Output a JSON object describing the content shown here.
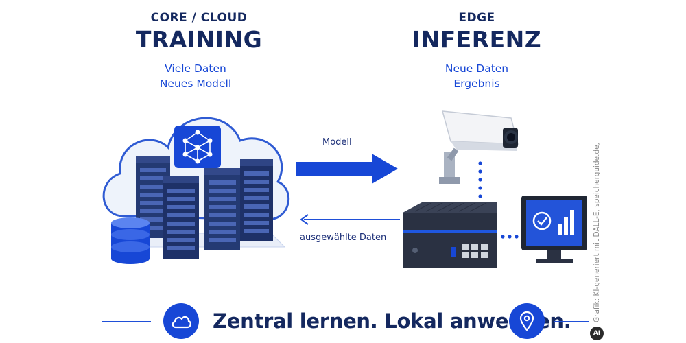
{
  "left": {
    "label": "CORE / CLOUD",
    "title": "TRAINING",
    "line1": "Viele Daten",
    "line2": "Neues Modell"
  },
  "right": {
    "label": "EDGE",
    "title": "INFERENZ",
    "line1": "Neue Daten",
    "line2": "Ergebnis"
  },
  "arrows": {
    "top_label": "Modell",
    "bottom_label": "ausgewählte Daten"
  },
  "footer": {
    "tagline": "Zentral lernen. Lokal anwenden.",
    "credit": "Grafik: KI-generiert mit DALL-E, speicherguide.de,",
    "badge": "AI"
  },
  "colors": {
    "navy": "#14285f",
    "accent": "#1747d6",
    "cloud_fill": "#eef3fb",
    "server": "#243a73"
  },
  "icons": {
    "footer_left": "cloud-icon",
    "footer_right": "location-pin-icon",
    "cloud_badge": "neural-network-icon",
    "monitor": "checkmark-chart-icon"
  }
}
